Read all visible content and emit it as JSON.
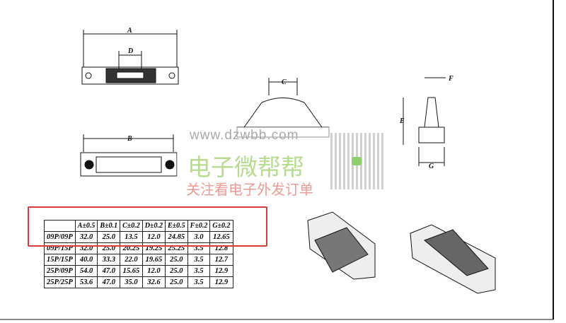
{
  "drawing_labels": {
    "A": "A",
    "B": "B",
    "C": "C",
    "D": "D",
    "E": "E",
    "F": "F",
    "G": "G"
  },
  "table": {
    "headers": [
      "",
      "A±0.5",
      "B±0.1",
      "C±0.2",
      "D±0.2",
      "E±0.5",
      "F±0.2",
      "G±0.2"
    ],
    "rows": [
      [
        "09P/09P",
        "32.0",
        "25.0",
        "13.5",
        "12.0",
        "24.85",
        "3.0",
        "12.65"
      ],
      [
        "09P/15P",
        "32.0",
        "25.0",
        "20.25",
        "19.25",
        "25.25",
        "3.5",
        "12.8"
      ],
      [
        "15P/15P",
        "40.0",
        "33.3",
        "22.0",
        "19.65",
        "25.0",
        "3.5",
        "12.7"
      ],
      [
        "25P/09P",
        "54.0",
        "47.0",
        "15.65",
        "12.0",
        "25.0",
        "3.5",
        "12.9"
      ],
      [
        "25P/25P",
        "53.6",
        "47.0",
        "35.0",
        "32.6",
        "25.0",
        "3.5",
        "12.9"
      ]
    ],
    "highlight_color": "#d93a3a"
  },
  "watermark": {
    "url": "www.dzwbb.com",
    "brand": "电子微帮帮",
    "slogan": "关注看电子外发订单"
  }
}
